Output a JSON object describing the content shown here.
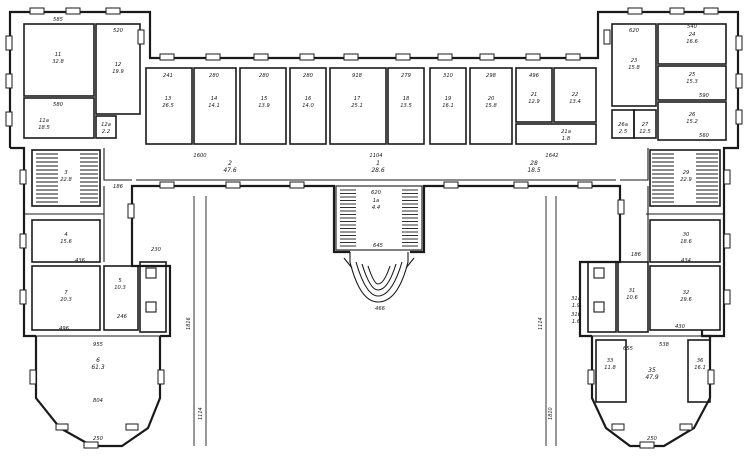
{
  "rooms": [
    {
      "id": "r11",
      "num": "11",
      "area": "32.8"
    },
    {
      "id": "r12",
      "num": "12",
      "area": "19.9"
    },
    {
      "id": "r11a",
      "num": "11а",
      "area": "18.5"
    },
    {
      "id": "r13",
      "num": "13",
      "area": "26.5"
    },
    {
      "id": "r14",
      "num": "14",
      "area": "14.1"
    },
    {
      "id": "r15",
      "num": "15",
      "area": "13.9"
    },
    {
      "id": "r16",
      "num": "16",
      "area": "14.0"
    },
    {
      "id": "r17",
      "num": "17",
      "area": "25.1"
    },
    {
      "id": "r18",
      "num": "18",
      "area": "13.5"
    },
    {
      "id": "r19",
      "num": "19",
      "area": "16.1"
    },
    {
      "id": "r20",
      "num": "20",
      "area": "15.8"
    },
    {
      "id": "r21",
      "num": "21",
      "area": "12.9"
    },
    {
      "id": "r22",
      "num": "22",
      "area": "13.4"
    },
    {
      "id": "r23",
      "num": "23",
      "area": "15.8"
    },
    {
      "id": "r24",
      "num": "24",
      "area": "16.6"
    },
    {
      "id": "r25",
      "num": "25",
      "area": "15.3"
    },
    {
      "id": "r26",
      "num": "26",
      "area": "15.2"
    },
    {
      "id": "r27",
      "num": "27",
      "area": "12.5"
    },
    {
      "id": "r2",
      "num": "2",
      "area": "47.6"
    },
    {
      "id": "r1",
      "num": "1",
      "area": "28.6"
    },
    {
      "id": "r1a",
      "num": "1а",
      "area": "4.4"
    },
    {
      "id": "r28",
      "num": "28",
      "area": "18.5"
    },
    {
      "id": "r3",
      "num": "3",
      "area": "22.8"
    },
    {
      "id": "r29",
      "num": "29",
      "area": "22.9"
    },
    {
      "id": "r4",
      "num": "4",
      "area": "15.6"
    },
    {
      "id": "r30",
      "num": "30",
      "area": "18.6"
    },
    {
      "id": "r5",
      "num": "5",
      "area": "10.3"
    },
    {
      "id": "r7",
      "num": "7",
      "area": "20.3"
    },
    {
      "id": "r31",
      "num": "31",
      "area": "10.6"
    },
    {
      "id": "r32",
      "num": "32",
      "area": "29.6"
    },
    {
      "id": "r6",
      "num": "6",
      "area": "61.3"
    },
    {
      "id": "r33",
      "num": "33",
      "area": "11.8"
    },
    {
      "id": "r35",
      "num": "35",
      "area": "47.9"
    },
    {
      "id": "r36",
      "num": "36",
      "area": "16.1"
    },
    {
      "id": "r12a",
      "num": "12а",
      "area": "2.2"
    },
    {
      "id": "r26a",
      "num": "26а",
      "area": "2.5"
    },
    {
      "id": "r21a",
      "num": "21а",
      "area": "1.8"
    },
    {
      "id": "r31a",
      "num": "31а",
      "area": "1.9"
    },
    {
      "id": "r31b",
      "num": "31б",
      "area": "1.6"
    }
  ],
  "dimensions": {
    "d_r11": "585",
    "d_r12": "520",
    "d_r11a": "580",
    "d_r13": "241",
    "d_r14": "280",
    "d_r15": "280",
    "d_r16": "280",
    "d_r17": "918",
    "d_r18": "279",
    "d_r19": "310",
    "d_r20": "298",
    "d_r21": "496",
    "d_r23": "620",
    "d_r24": "540",
    "d_r25": "590",
    "d_r26": "560",
    "d_corr_l": "1600",
    "d_corr_r": "1642",
    "d_hall": "1104",
    "d_hall2": "620",
    "d_steps": "645",
    "d_porch": "466",
    "d_230": "230",
    "d_186": "186",
    "d_436": "436",
    "d_496": "496",
    "d_186r": "186",
    "d_434r": "434",
    "d_430r": "430",
    "d_955": "955",
    "d_804": "804",
    "d_250l": "250",
    "d_250r": "250",
    "d_1816": "1816",
    "d_1810": "1810",
    "d_1114l": "1114",
    "d_1114r": "1114",
    "d_655": "655",
    "d_538": "538",
    "d_246": "246"
  }
}
